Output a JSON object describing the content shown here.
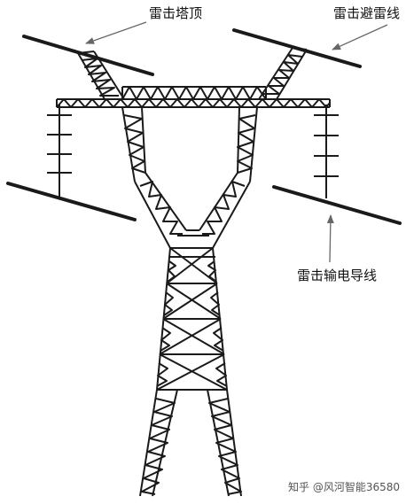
{
  "labels": {
    "tower_top": "雷击塔顶",
    "ground_wire": "雷击避雷线",
    "conductor": "雷击输电导线"
  },
  "watermark": "知乎 @风河智能36580",
  "colors": {
    "line": "#1a1a1a",
    "arrow": "#666666",
    "background": "#ffffff"
  }
}
